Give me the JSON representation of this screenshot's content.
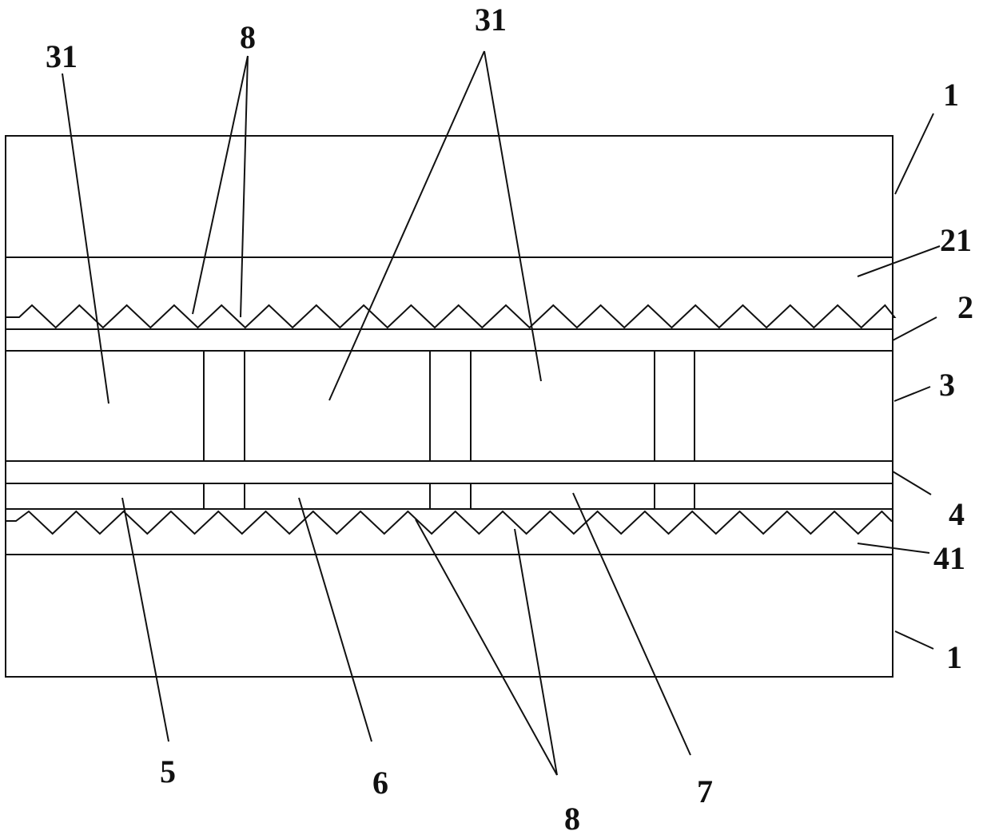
{
  "labels": {
    "sub_top": "1",
    "layer21": "21",
    "layer2": "2",
    "layer3": "3",
    "layer4": "4",
    "layer41": "41",
    "sub_bottom": "1",
    "pixel_left": "31",
    "pixel_group": "31",
    "microstructure_top": "8",
    "microstructure_bottom": "8",
    "ref5": "5",
    "ref6": "6",
    "ref7": "7"
  },
  "colors": {
    "line": "#111111",
    "background": "#ffffff"
  }
}
